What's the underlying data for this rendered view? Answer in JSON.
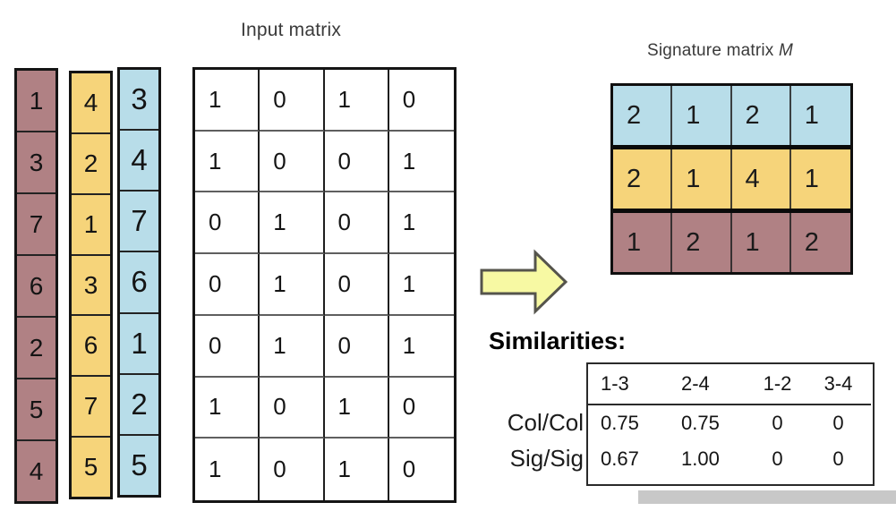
{
  "titles": {
    "input_matrix": "Input matrix",
    "signature_matrix_label": "Signature matrix ",
    "signature_matrix_emph": "M"
  },
  "permutations": {
    "red": [
      "1",
      "3",
      "7",
      "6",
      "2",
      "5",
      "4"
    ],
    "yellow": [
      "4",
      "2",
      "1",
      "3",
      "6",
      "7",
      "5"
    ],
    "blue": [
      "3",
      "4",
      "7",
      "6",
      "1",
      "2",
      "5"
    ]
  },
  "input_matrix": {
    "rows": [
      [
        "1",
        "0",
        "1",
        "0"
      ],
      [
        "1",
        "0",
        "0",
        "1"
      ],
      [
        "0",
        "1",
        "0",
        "1"
      ],
      [
        "0",
        "1",
        "0",
        "1"
      ],
      [
        "0",
        "1",
        "0",
        "1"
      ],
      [
        "1",
        "0",
        "1",
        "0"
      ],
      [
        "1",
        "0",
        "1",
        "0"
      ]
    ]
  },
  "signature_matrix": {
    "rows": [
      {
        "band": "blue",
        "values": [
          "2",
          "1",
          "2",
          "1"
        ]
      },
      {
        "band": "yellow",
        "values": [
          "2",
          "1",
          "4",
          "1"
        ]
      },
      {
        "band": "red",
        "values": [
          "1",
          "2",
          "1",
          "2"
        ]
      }
    ]
  },
  "similarities": {
    "heading": "Similarities:",
    "columns": [
      "1-3",
      "2-4",
      "1-2",
      "3-4"
    ],
    "rows": [
      {
        "label": "Col/Col",
        "values": [
          "0.75",
          "0.75",
          "0",
          "0"
        ]
      },
      {
        "label": "Sig/Sig",
        "values": [
          "0.67",
          "1.00",
          "0",
          "0"
        ]
      }
    ]
  },
  "icons": {
    "arrow": "right-block-arrow-icon"
  },
  "colors": {
    "red": "#b08184",
    "yellow": "#f6d47a",
    "blue": "#b8dde9",
    "arrow_fill": "#f7f9a3",
    "arrow_stroke": "#55544c",
    "shadow": "#c8c8c8"
  }
}
